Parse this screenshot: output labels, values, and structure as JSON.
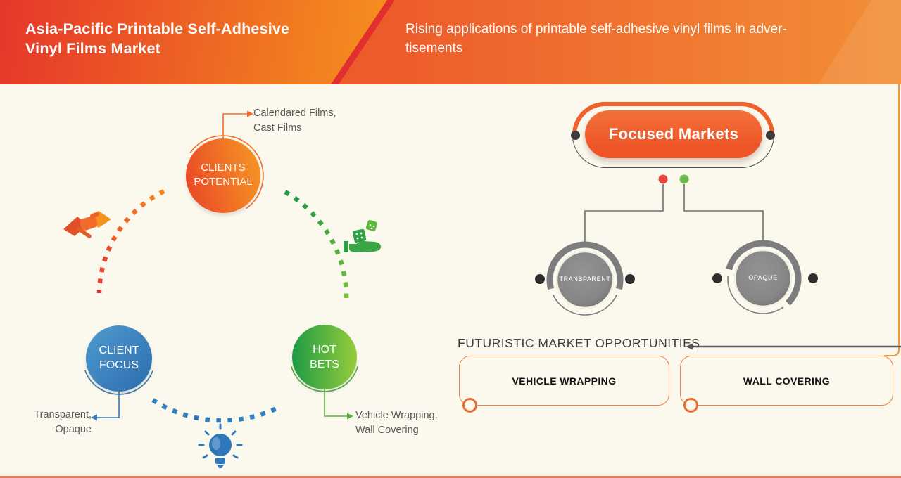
{
  "header": {
    "title_line1": "Asia-Pacific Printable Self-Adhesive",
    "title_line2": "Vinyl Films Market",
    "subtitle_line1": "Rising applications of printable self-adhesive vinyl films in adver-",
    "subtitle_line2": "tisements"
  },
  "cycle": {
    "nodes": [
      {
        "label_line1": "CLIENTS",
        "label_line2": "POTENTIAL",
        "callout_line1": "Calendared Films,",
        "callout_line2": "Cast Films",
        "icon": "handshake-icon"
      },
      {
        "label_line1": "CLIENT",
        "label_line2": "FOCUS",
        "callout_line1": "Transparent,",
        "callout_line2": "Opaque",
        "icon": "lightbulb-icon"
      },
      {
        "label_line1": "HOT",
        "label_line2": "BETS",
        "callout_line1": "Vehicle Wrapping,",
        "callout_line2": "Wall Covering",
        "icon": "dice-in-hand-icon"
      }
    ]
  },
  "focused_markets": {
    "title": "Focused Markets",
    "branches": [
      {
        "label": "TRANSPARENT"
      },
      {
        "label": "OPAQUE"
      }
    ]
  },
  "opportunities": {
    "heading": "FUTURISTIC MARKET OPPORTUNITIES",
    "items": [
      {
        "label": "VEHICLE WRAPPING"
      },
      {
        "label": "WALL COVERING"
      }
    ]
  },
  "colors": {
    "header_red": "#e6372a",
    "header_orange": "#f5911e",
    "accent_orange": "#f15f2a",
    "blue": "#3579b5",
    "green": "#4daf3f",
    "gray_node": "#868686",
    "red_dot": "#e8453c",
    "green_dot": "#6cb94e",
    "background": "#fbf8ed",
    "footer_line": "#ec7a5e"
  }
}
